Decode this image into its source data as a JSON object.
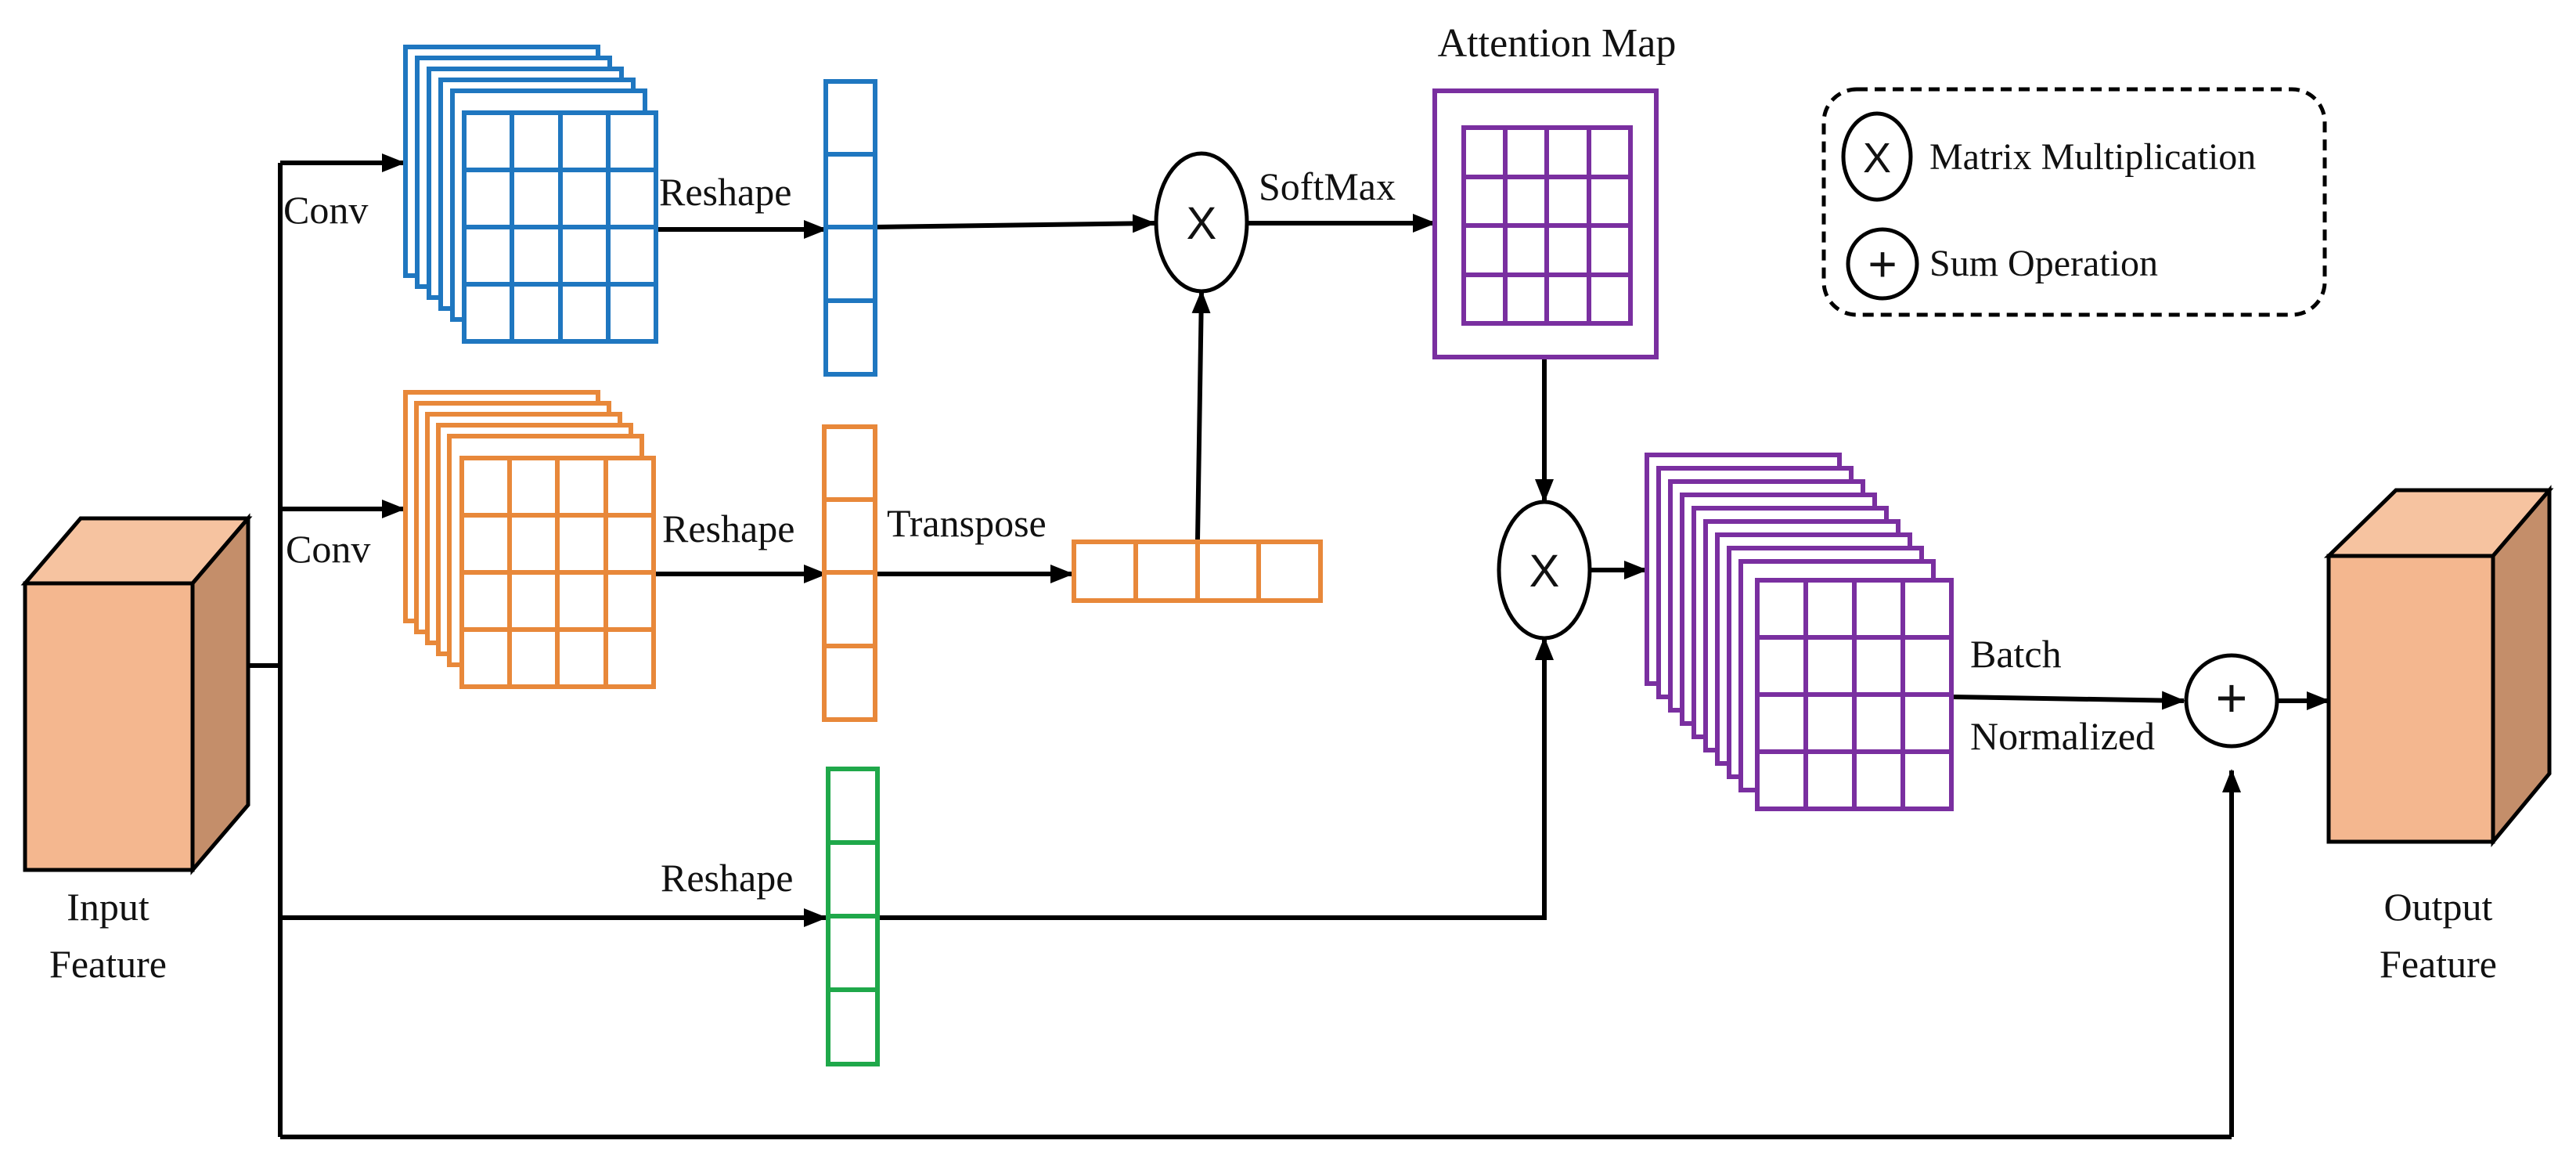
{
  "colors": {
    "blue": "#1f77c0",
    "orange": "#e8883a",
    "green": "#1fa84a",
    "purple": "#7a2fa0",
    "cube_front": "#f4b78f",
    "cube_side": "#c48e6a",
    "cube_top": "#f6c3a0",
    "line": "#000000"
  },
  "labels": {
    "input_feature_line1": "Input",
    "input_feature_line2": "Feature",
    "output_feature_line1": "Output",
    "output_feature_line2": "Feature",
    "conv_top": "Conv",
    "conv_mid": "Conv",
    "reshape_top": "Reshape",
    "reshape_mid": "Reshape",
    "reshape_bottom": "Reshape",
    "transpose": "Transpose",
    "softmax": "SoftMax",
    "attention_map": "Attention Map",
    "batch": "Batch",
    "normalized": "Normalized"
  },
  "operators": {
    "multiply_symbol": "X",
    "sum_symbol": "+"
  },
  "legend": {
    "items": [
      {
        "icon": "matrix-multiplication-icon",
        "symbol": "X",
        "label": "Matrix Multiplication"
      },
      {
        "icon": "sum-operation-icon",
        "symbol": "+",
        "label": "Sum Operation"
      }
    ]
  }
}
